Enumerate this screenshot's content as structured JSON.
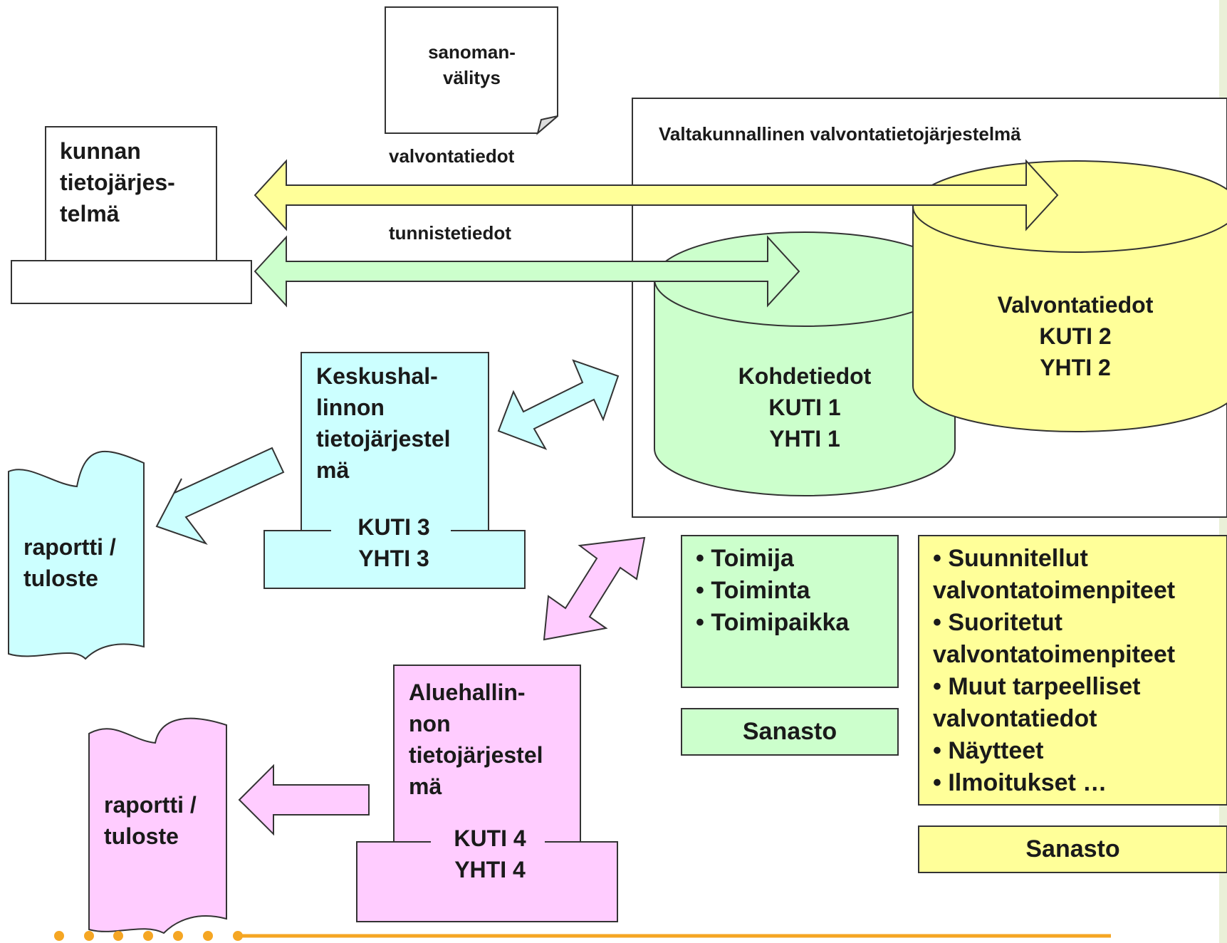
{
  "kunta": {
    "lines": [
      "kunnan",
      "tietojärjes-",
      "telmä"
    ]
  },
  "message": {
    "lines": [
      "sanoman-",
      "välitys"
    ]
  },
  "valvonta_arrow": "valvontatiedot",
  "tunniste_arrow": "tunnistetiedot",
  "national": {
    "title": "Valtakunnallinen valvontatietojärjestelmä"
  },
  "db_kohde": {
    "lines": [
      "Kohdetiedot",
      "KUTI 1",
      "YHTI 1"
    ]
  },
  "db_valvonta": {
    "lines": [
      "Valvontatiedot",
      "KUTI 2",
      "YHTI 2"
    ]
  },
  "keskus": {
    "lines": [
      "Keskushal-",
      "linnon",
      "tietojärjestel",
      "mä"
    ],
    "codes": [
      "KUTI 3",
      "YHTI 3"
    ]
  },
  "alue": {
    "lines": [
      "Aluehallin-",
      "non",
      "tietojärjestel",
      "mä"
    ],
    "codes": [
      "KUTI 4",
      "YHTI 4"
    ]
  },
  "report1": {
    "lines": [
      "raportti /",
      "tuloste"
    ]
  },
  "report2": {
    "lines": [
      "raportti /",
      "tuloste"
    ]
  },
  "green_list": [
    "• Toimija",
    "• Toiminta",
    "• Toimipaikka"
  ],
  "green_sanasto": "Sanasto",
  "yellow_list": [
    "• Suunnitellut",
    "valvontatoimenpiteet",
    "• Suoritetut",
    "valvontatoimenpiteet",
    "• Muut tarpeelliset",
    "valvontatiedot",
    "• Näytteet",
    "• Ilmoitukset …"
  ],
  "yellow_sanasto": "Sanasto",
  "colors": {
    "yellow": "#ffff99",
    "green": "#ccffcc",
    "cyan": "#ccffff",
    "pink": "#ffccff",
    "accent_orange": "#f5a623",
    "stroke": "#333333"
  }
}
